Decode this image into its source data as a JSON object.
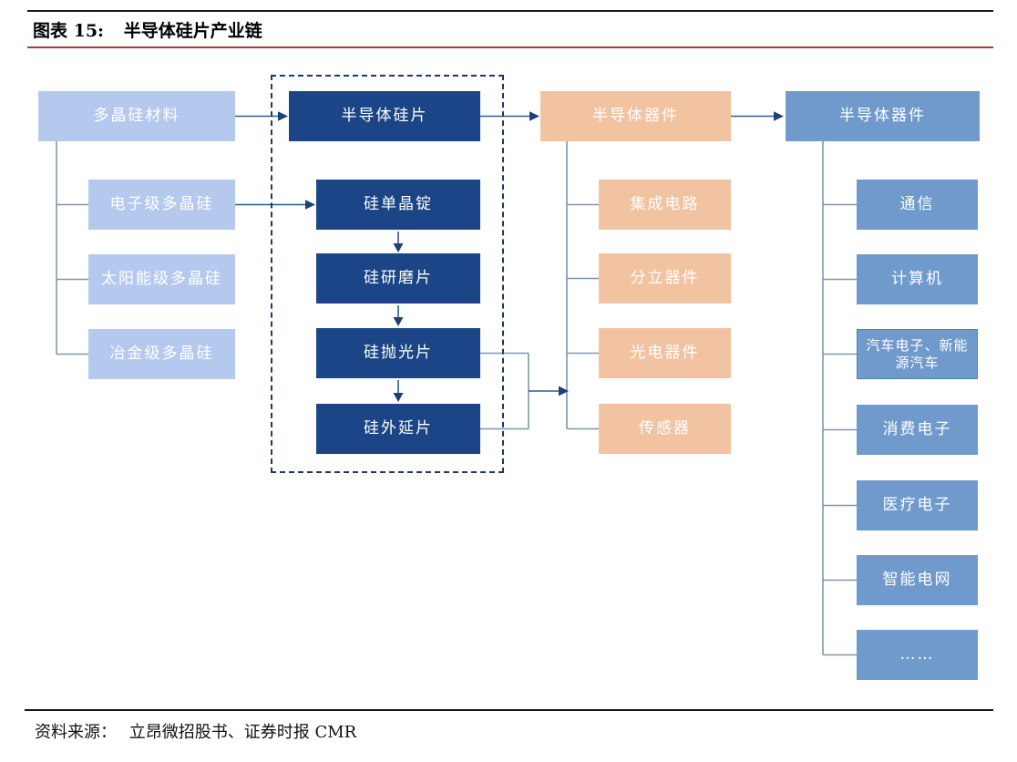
{
  "header": {
    "figure_label": "图表 15:",
    "title": "半导体硅片产业链"
  },
  "footer": {
    "source_label": "资料来源：",
    "source_text": "立昂微招股书、证券时报 CMR"
  },
  "colors": {
    "light": "#b5c9ef",
    "navy": "#1b4586",
    "orange": "#f1c3a1",
    "blue": "#7099cc",
    "line": "#8096ad",
    "arrow": "#2e5c8a",
    "head": "#1c4077",
    "dash": "#1f3864",
    "red": "#a43d3b",
    "rule": "#1a1a1a"
  },
  "diagram": {
    "materials": {
      "header": "多晶硅材料",
      "items": [
        "电子级多晶硅",
        "太阳能级多晶硅",
        "冶金级多晶硅"
      ]
    },
    "wafer": {
      "header": "半导体硅片",
      "items": [
        "硅单晶锭",
        "硅研磨片",
        "硅抛光片",
        "硅外延片"
      ]
    },
    "devices": {
      "header": "半导体器件",
      "items": [
        "集成电路",
        "分立器件",
        "光电器件",
        "传感器"
      ]
    },
    "applications": {
      "header": "半导体器件",
      "items": [
        "通信",
        "计算机",
        "汽车电子、新能源汽车",
        "消费电子",
        "医疗电子",
        "智能电网",
        "……"
      ]
    }
  }
}
